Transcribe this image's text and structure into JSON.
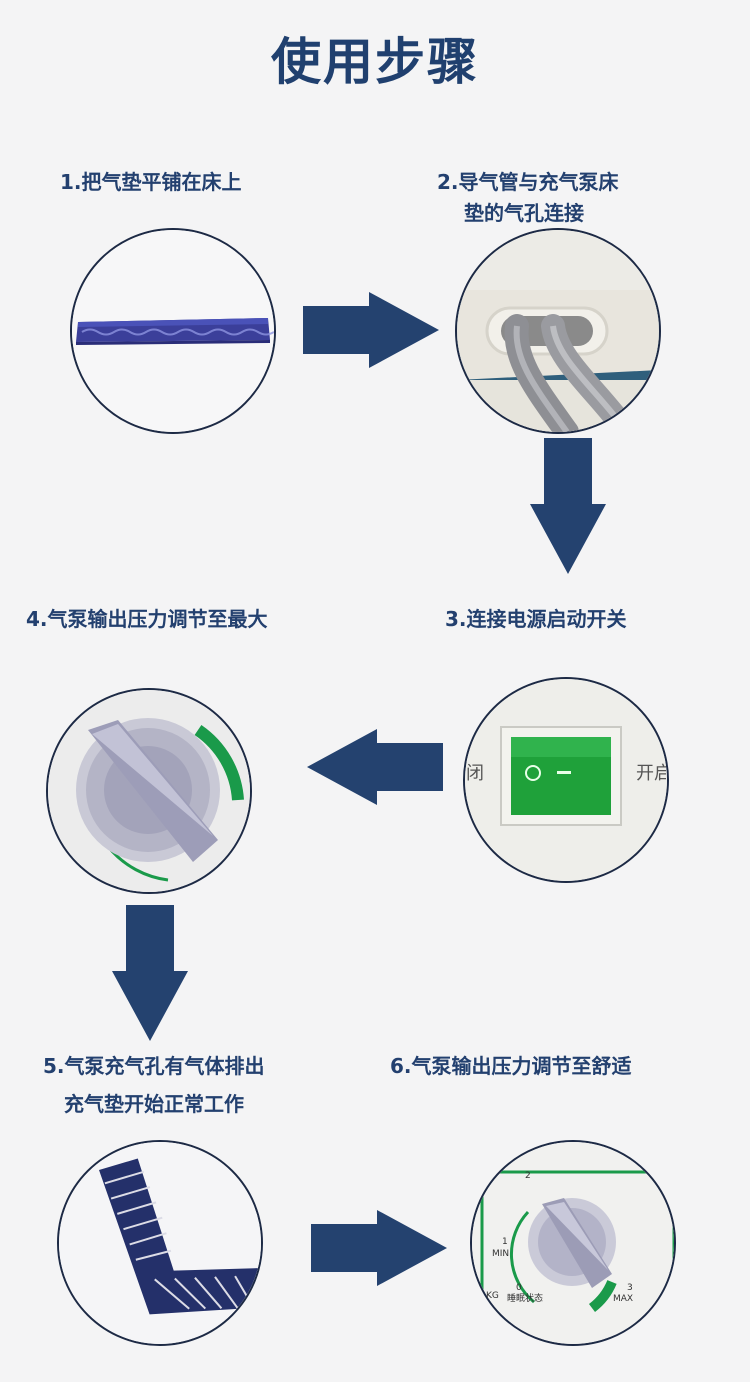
{
  "title": "使用步骤",
  "steps": [
    {
      "label": "1.把气垫平铺在床上"
    },
    {
      "label_line1": "2.导气管与充气泵床",
      "label_line2": "垫的气孔连接"
    },
    {
      "label": "3.连接电源启动开关"
    },
    {
      "label": "4.气泵输出压力调节至最大"
    },
    {
      "label_line1": "5.气泵充气孔有气体排出",
      "label_line2": "充气垫开始正常工作"
    },
    {
      "label": "6.气泵输出压力调节至舒适"
    }
  ],
  "switch_panel": {
    "off_text": "闭",
    "on_text": "开启"
  },
  "dial_panel": {
    "mark_1": "1",
    "mark_min": "MIN",
    "mark_2": "2",
    "mark_0": "0",
    "mark_kg": "KG",
    "sleep_text": "睡眠状态",
    "mark_3": "3",
    "mark_max": "MAX"
  },
  "colors": {
    "title": "#20406f",
    "arrow": "#24426f",
    "circle_border": "#1d2a45",
    "switch": "#1fa13a",
    "panel_green": "#1a9a4a"
  }
}
